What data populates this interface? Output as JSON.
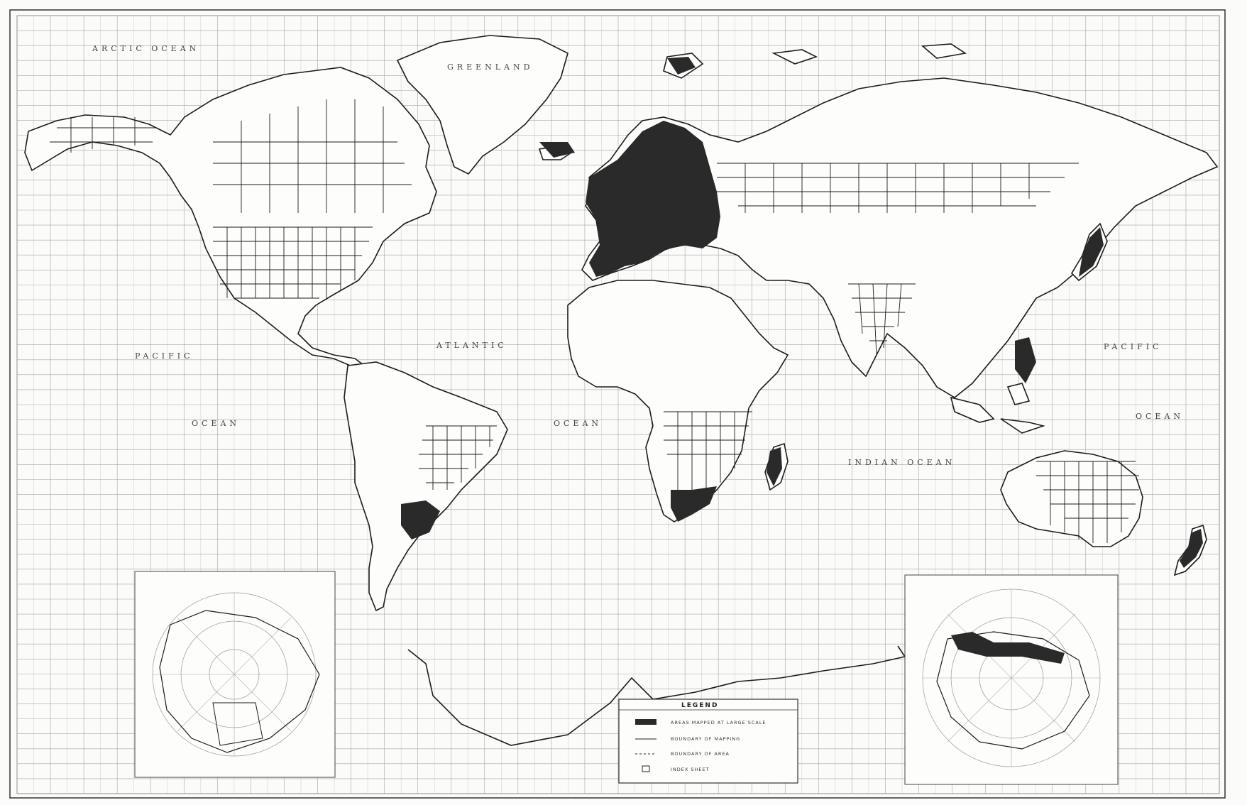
{
  "map": {
    "ocean_labels": [
      {
        "key": "arctic",
        "text": "ARCTIC OCEAN"
      },
      {
        "key": "atlantic",
        "text": "ATLANTIC"
      },
      {
        "key": "pacific_w",
        "text": "PACIFIC"
      },
      {
        "key": "pacific_w2",
        "text": "OCEAN"
      },
      {
        "key": "atlantic_s",
        "text": "OCEAN"
      },
      {
        "key": "indian",
        "text": "INDIAN OCEAN"
      },
      {
        "key": "pacific_e",
        "text": "PACIFIC"
      },
      {
        "key": "pacific_e2",
        "text": "OCEAN"
      },
      {
        "key": "greenland_sea",
        "text": "GREENLAND"
      }
    ],
    "legend": {
      "title": "LEGEND",
      "items": [
        {
          "symbol": "solid-fill",
          "text": "AREAS MAPPED AT LARGE SCALE"
        },
        {
          "symbol": "line",
          "text": "BOUNDARY OF MAPPING"
        },
        {
          "symbol": "dashed-line",
          "text": "BOUNDARY OF AREA"
        },
        {
          "symbol": "box",
          "text": "INDEX SHEET"
        }
      ]
    },
    "colors": {
      "background": "#fbfbf9",
      "ink": "#1b1b1b",
      "grid": "#9a9a9a",
      "fill_dark": "#2a2a2a"
    }
  }
}
